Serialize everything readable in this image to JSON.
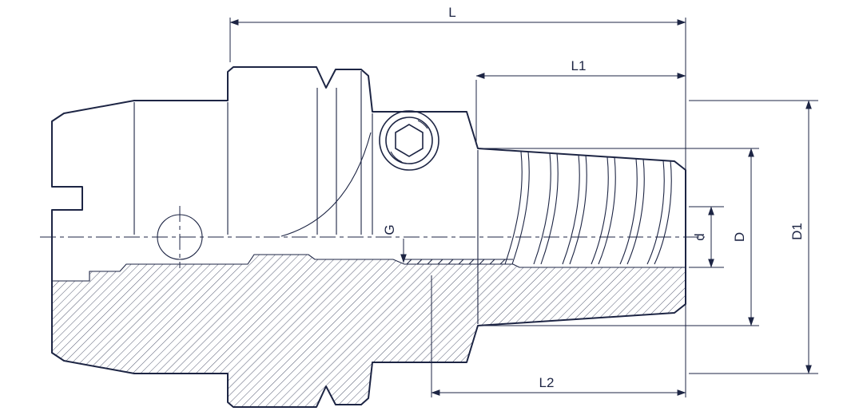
{
  "drawing": {
    "alt": "Half-section technical drawing of a tapered-shank tool holder chuck with dimension callouts",
    "dimension_labels": {
      "L": "L",
      "L1": "L1",
      "L2": "L2",
      "G": "G",
      "d": "d",
      "D": "D",
      "D1": "D1"
    },
    "colors": {
      "line": "#1d2544",
      "background": "#ffffff"
    }
  }
}
